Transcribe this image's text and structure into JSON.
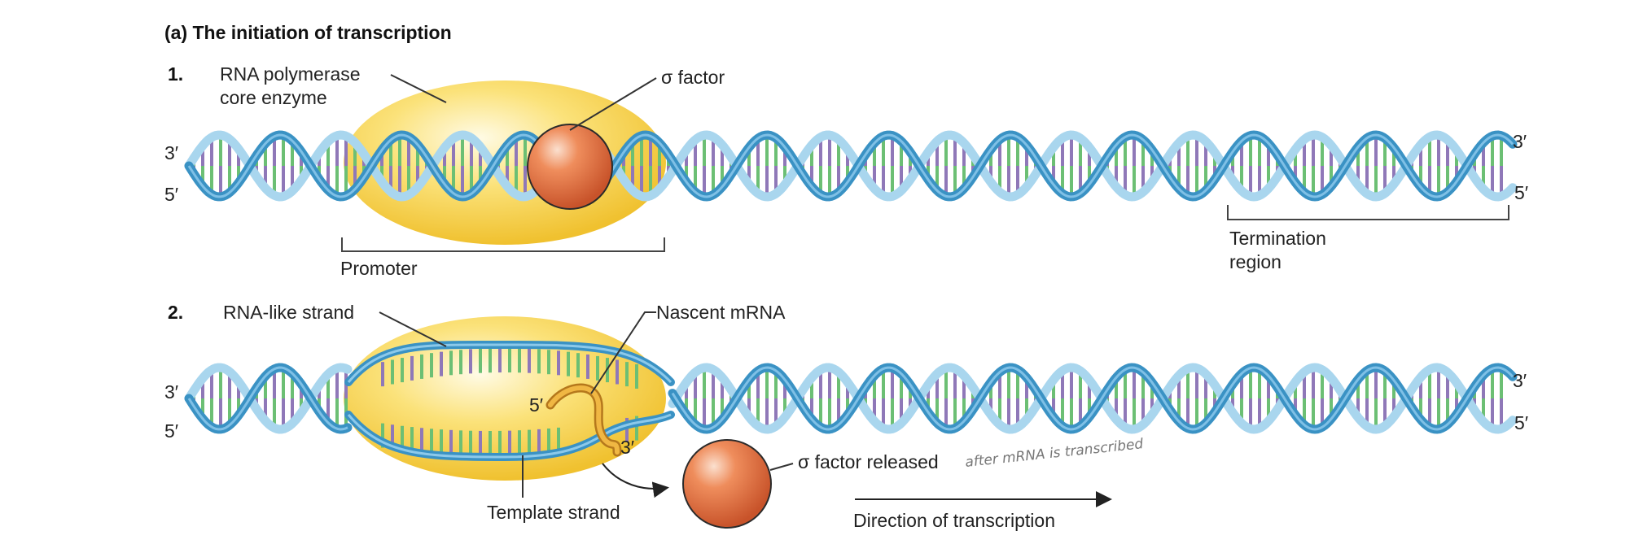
{
  "title": "(a)  The initiation of transcription",
  "step1": {
    "number": "1.",
    "polymerase_label_line1": "RNA polymerase",
    "polymerase_label_line2": "core enzyme",
    "sigma_label": "σ factor",
    "left_top_end": "3′",
    "left_bottom_end": "5′",
    "right_top_end": "3′",
    "right_bottom_end": "5′",
    "promoter_label": "Promoter",
    "termination_label_line1": "Termination",
    "termination_label_line2": "region"
  },
  "step2": {
    "number": "2.",
    "rna_like_label": "RNA-like strand",
    "nascent_label": "Nascent mRNA",
    "mrna_5_end": "5′",
    "mrna_3_end": "3′",
    "left_top_end": "3′",
    "left_bottom_end": "5′",
    "right_top_end": "3′",
    "right_bottom_end": "5′",
    "template_label": "Template strand",
    "sigma_released_label": "σ factor released",
    "handwritten_note": "after mRNA is transcribed",
    "direction_label": "Direction of transcription"
  },
  "colors": {
    "strand_dark": "#3a92c4",
    "strand_light": "#a9d6ee",
    "base_green": "#6cbf74",
    "base_purple": "#8f78b8",
    "polymerase_yellow": "#f3c93a",
    "sigma_orange": "#e0673a",
    "mrna_gold": "#d89a2e"
  }
}
